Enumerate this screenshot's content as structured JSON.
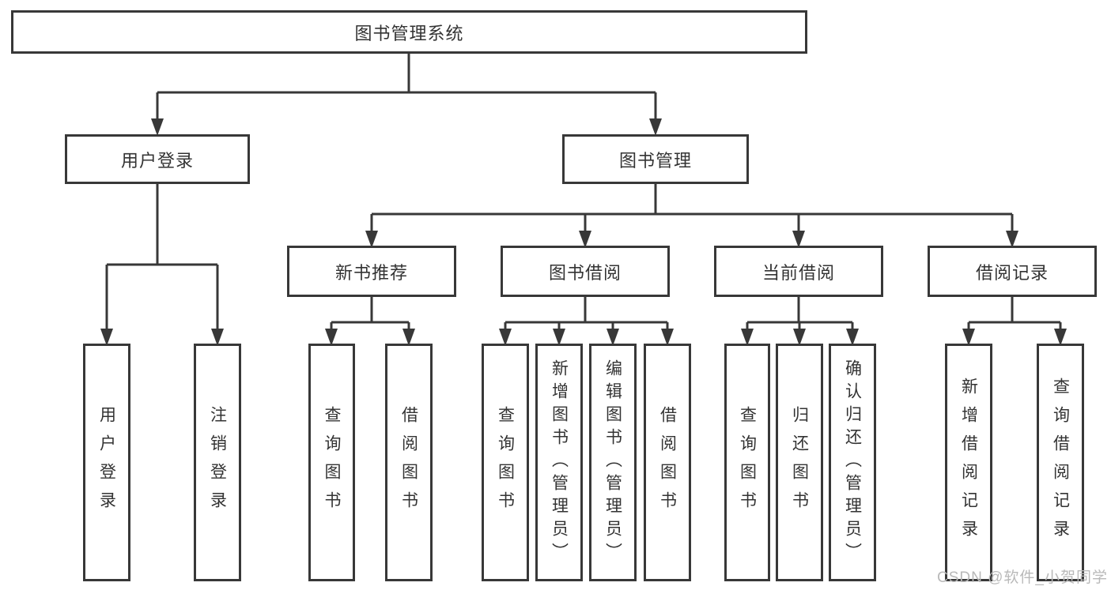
{
  "colors": {
    "line": "#383838",
    "box_border": "#383838",
    "box_background": "#ffffff",
    "text": "#333333",
    "watermark_text_color": "#b9b9b9"
  },
  "diagram": {
    "title": "图书管理系统",
    "branches": [
      {
        "label": "用户登录",
        "children": [
          "用户登录",
          "注销登录"
        ]
      },
      {
        "label": "图书管理",
        "modules": [
          {
            "label": "新书推荐",
            "children": [
              "查询图书",
              "借阅图书"
            ]
          },
          {
            "label": "图书借阅",
            "children": [
              "查询图书",
              "新增图书（管理员）",
              "编辑图书（管理员）",
              "借阅图书"
            ]
          },
          {
            "label": "当前借阅",
            "children": [
              "查询图书",
              "归还图书",
              "确认归还（管理员）"
            ]
          },
          {
            "label": "借阅记录",
            "children": [
              "新增借阅记录",
              "查询借阅记录"
            ]
          }
        ]
      }
    ]
  },
  "watermark": {
    "text": "CSDN @软件_小贺同学"
  }
}
